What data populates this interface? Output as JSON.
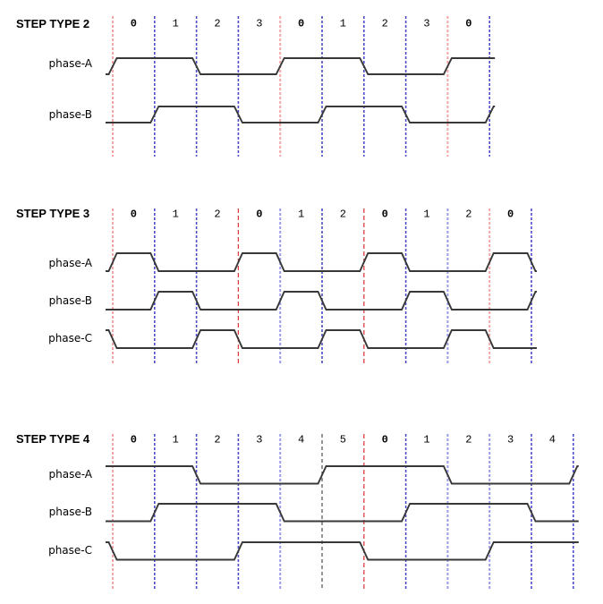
{
  "page": {
    "background": "#ffffff"
  },
  "chart_data": {
    "type": "timing-diagram",
    "diagrams": [
      {
        "title": "STEP TYPE 2",
        "steps": [
          0,
          1,
          2,
          3,
          0,
          1,
          2,
          3,
          0
        ],
        "cycle_length": 4,
        "phases": [
          {
            "name": "phase-A",
            "high_steps": [
              0,
              1
            ]
          },
          {
            "name": "phase-B",
            "high_steps": [
              1,
              2
            ]
          }
        ],
        "boundary_colors": [
          "salmon",
          "blue",
          "blue",
          "blue",
          "salmon",
          "blue",
          "blue",
          "blue",
          "salmon",
          "blue"
        ]
      },
      {
        "title": "STEP TYPE 3",
        "steps": [
          0,
          1,
          2,
          0,
          1,
          2,
          0,
          1,
          2,
          0
        ],
        "cycle_length": 3,
        "phases": [
          {
            "name": "phase-A",
            "high_steps": [
              0
            ]
          },
          {
            "name": "phase-B",
            "high_steps": [
              1
            ]
          },
          {
            "name": "phase-C",
            "high_steps": [
              2
            ]
          }
        ],
        "boundary_colors": [
          "salmon",
          "blue",
          "blue",
          "red",
          "lightblue",
          "blue",
          "red",
          "blue",
          "lightblue",
          "salmon",
          "blue"
        ]
      },
      {
        "title": "STEP TYPE 4",
        "steps": [
          0,
          1,
          2,
          3,
          4,
          5,
          0,
          1,
          2,
          3,
          4
        ],
        "cycle_length": 6,
        "phases": [
          {
            "name": "phase-A",
            "high_steps": [
              5,
              0,
              1
            ]
          },
          {
            "name": "phase-B",
            "high_steps": [
              1,
              2,
              3
            ]
          },
          {
            "name": "phase-C",
            "high_steps": [
              3,
              4,
              5
            ]
          }
        ],
        "boundary_colors": [
          "salmon",
          "blue",
          "blue",
          "blue",
          "lightblue",
          "black",
          "red",
          "blue",
          "lightblue",
          "lightblue",
          "blue",
          "blue"
        ]
      }
    ],
    "colors": {
      "salmon": "#f4a6a6",
      "blue": "#4d4dc9",
      "lightblue": "#9c9cea",
      "red": "#dd4040",
      "black": "#4d4d4d",
      "waveform": "#383838",
      "text": "#000000"
    }
  }
}
